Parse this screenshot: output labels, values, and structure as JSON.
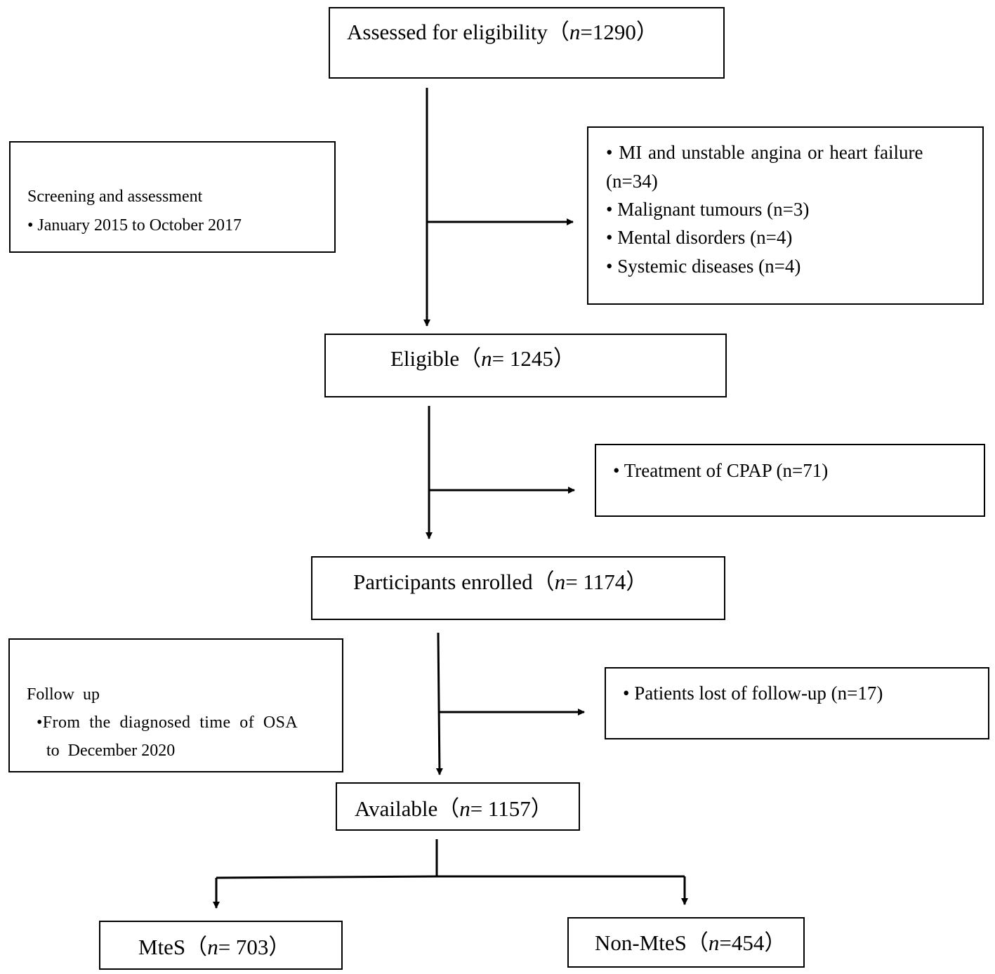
{
  "assessed": {
    "prefix": "Assessed for eligibility（",
    "n_symbol": "n",
    "suffix": "=1290）"
  },
  "screening": {
    "title": "Screening and assessment",
    "period": "• January 2015 to October 2017"
  },
  "exclusions": {
    "item1_line1": "• MI and unstable angina or heart failure",
    "item1_line2": "(n=34)",
    "item2": "• Malignant tumours (n=3)",
    "item3": "• Mental disorders (n=4)",
    "item4": "• Systemic diseases (n=4)"
  },
  "eligible": {
    "prefix": "Eligible（",
    "n_symbol": "n",
    "suffix": "= 1245）"
  },
  "cpap": {
    "item": "• Treatment of CPAP (n=71)"
  },
  "enrolled": {
    "prefix": "Participants enrolled（",
    "n_symbol": "n",
    "suffix": "= 1174）"
  },
  "followup": {
    "title": "Follow  up",
    "line1": "•From  the  diagnosed  time  of  OSA",
    "line2": "to  December 2020"
  },
  "lost": {
    "item": "• Patients lost of follow-up (n=17)"
  },
  "available": {
    "prefix": "Available（",
    "n_symbol": "n",
    "suffix": "= 1157）"
  },
  "mtes": {
    "prefix": "MteS（",
    "n_symbol": "n",
    "suffix": "= 703）"
  },
  "non_mtes": {
    "prefix": "Non-MteS（",
    "n_symbol": "n",
    "suffix": "=454）"
  },
  "colors": {
    "line": "#000000",
    "background": "#ffffff"
  }
}
